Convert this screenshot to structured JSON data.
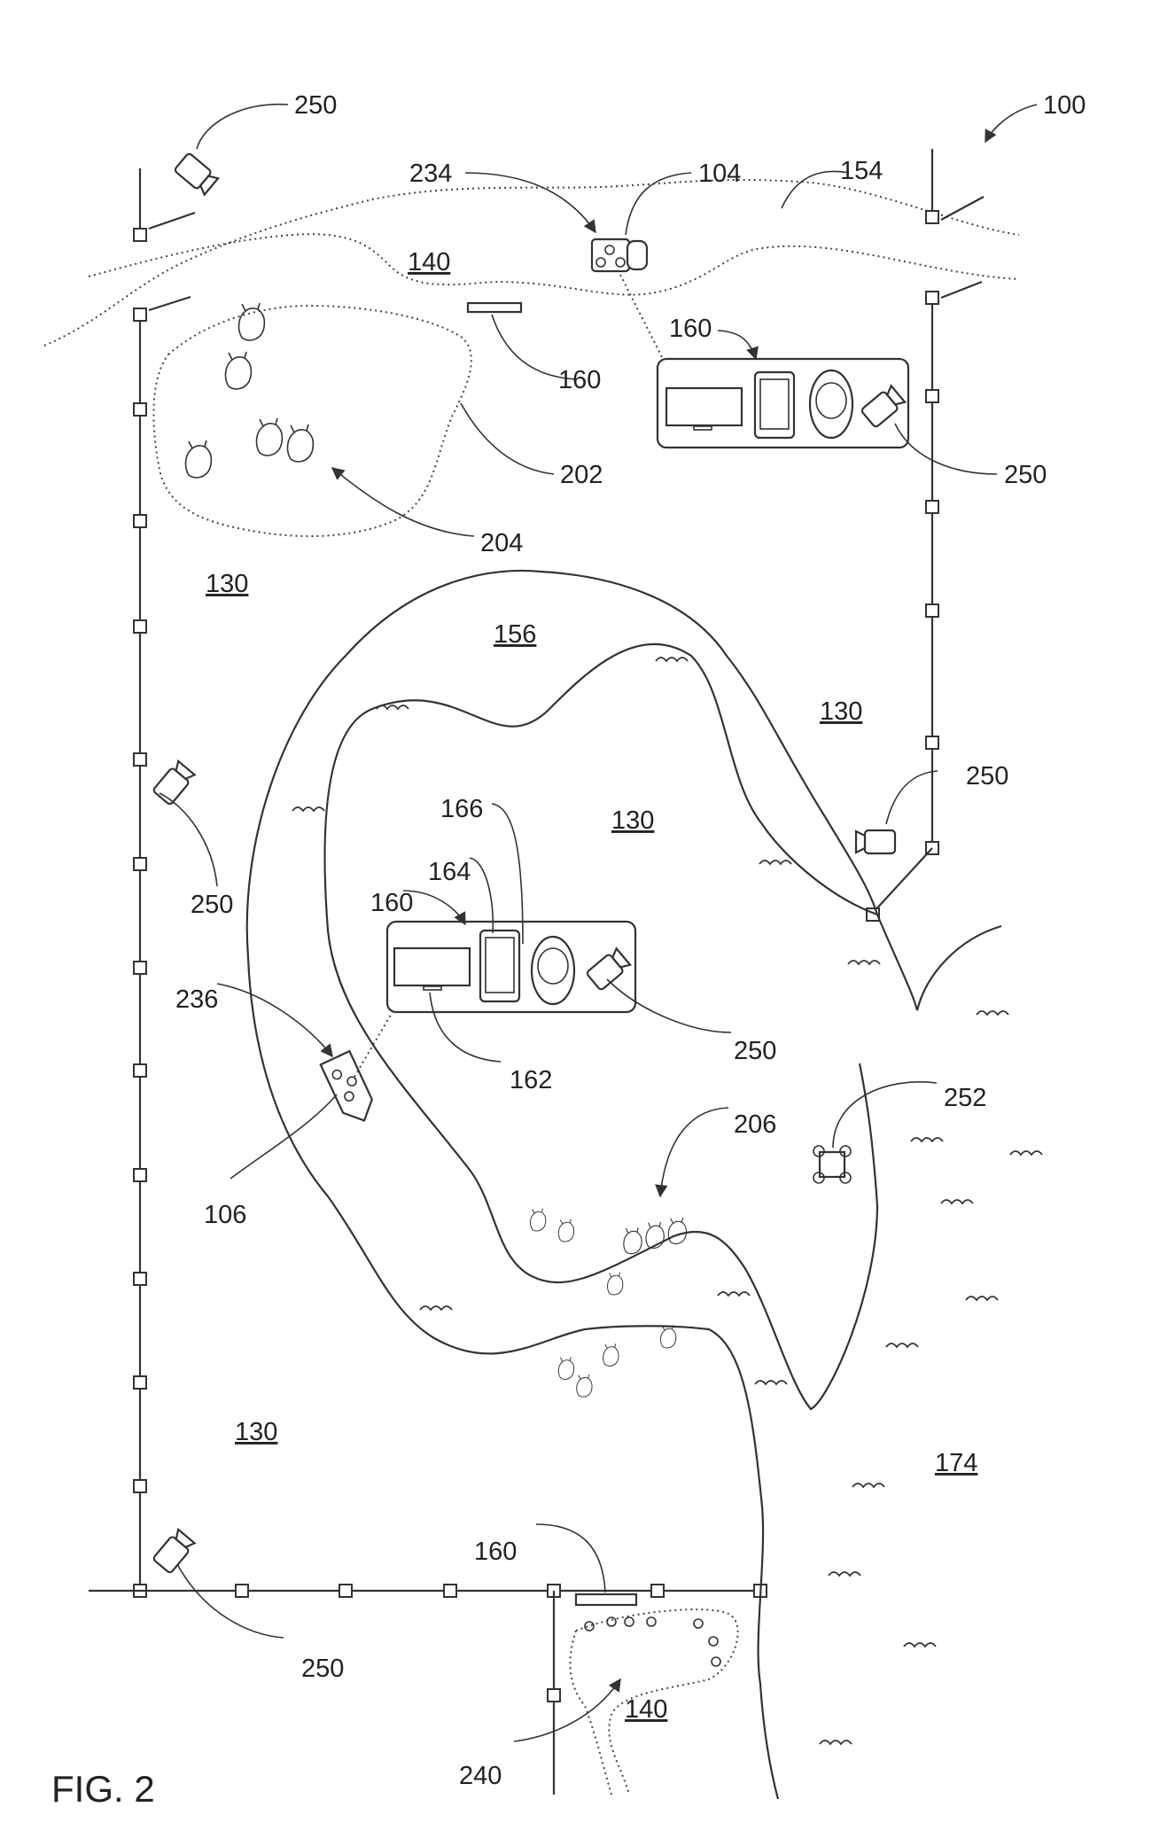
{
  "figure": {
    "caption": "FIG. 2"
  },
  "labels": {
    "ref_100": "100",
    "ref_104": "104",
    "ref_106": "106",
    "ref_130": "130",
    "ref_140": "140",
    "ref_154": "154",
    "ref_156": "156",
    "ref_160": "160",
    "ref_162": "162",
    "ref_164": "164",
    "ref_166": "166",
    "ref_174": "174",
    "ref_202": "202",
    "ref_204": "204",
    "ref_206": "206",
    "ref_234": "234",
    "ref_236": "236",
    "ref_240": "240",
    "ref_250": "250",
    "ref_252": "252"
  },
  "icons": {
    "camera": "camera-icon",
    "tablet": "tablet-icon",
    "phone": "phone-icon",
    "smartwatch": "smartwatch-icon",
    "vehicle": "vehicle-icon",
    "boat": "boat-icon",
    "drone": "drone-icon",
    "animal": "animal-icon"
  }
}
